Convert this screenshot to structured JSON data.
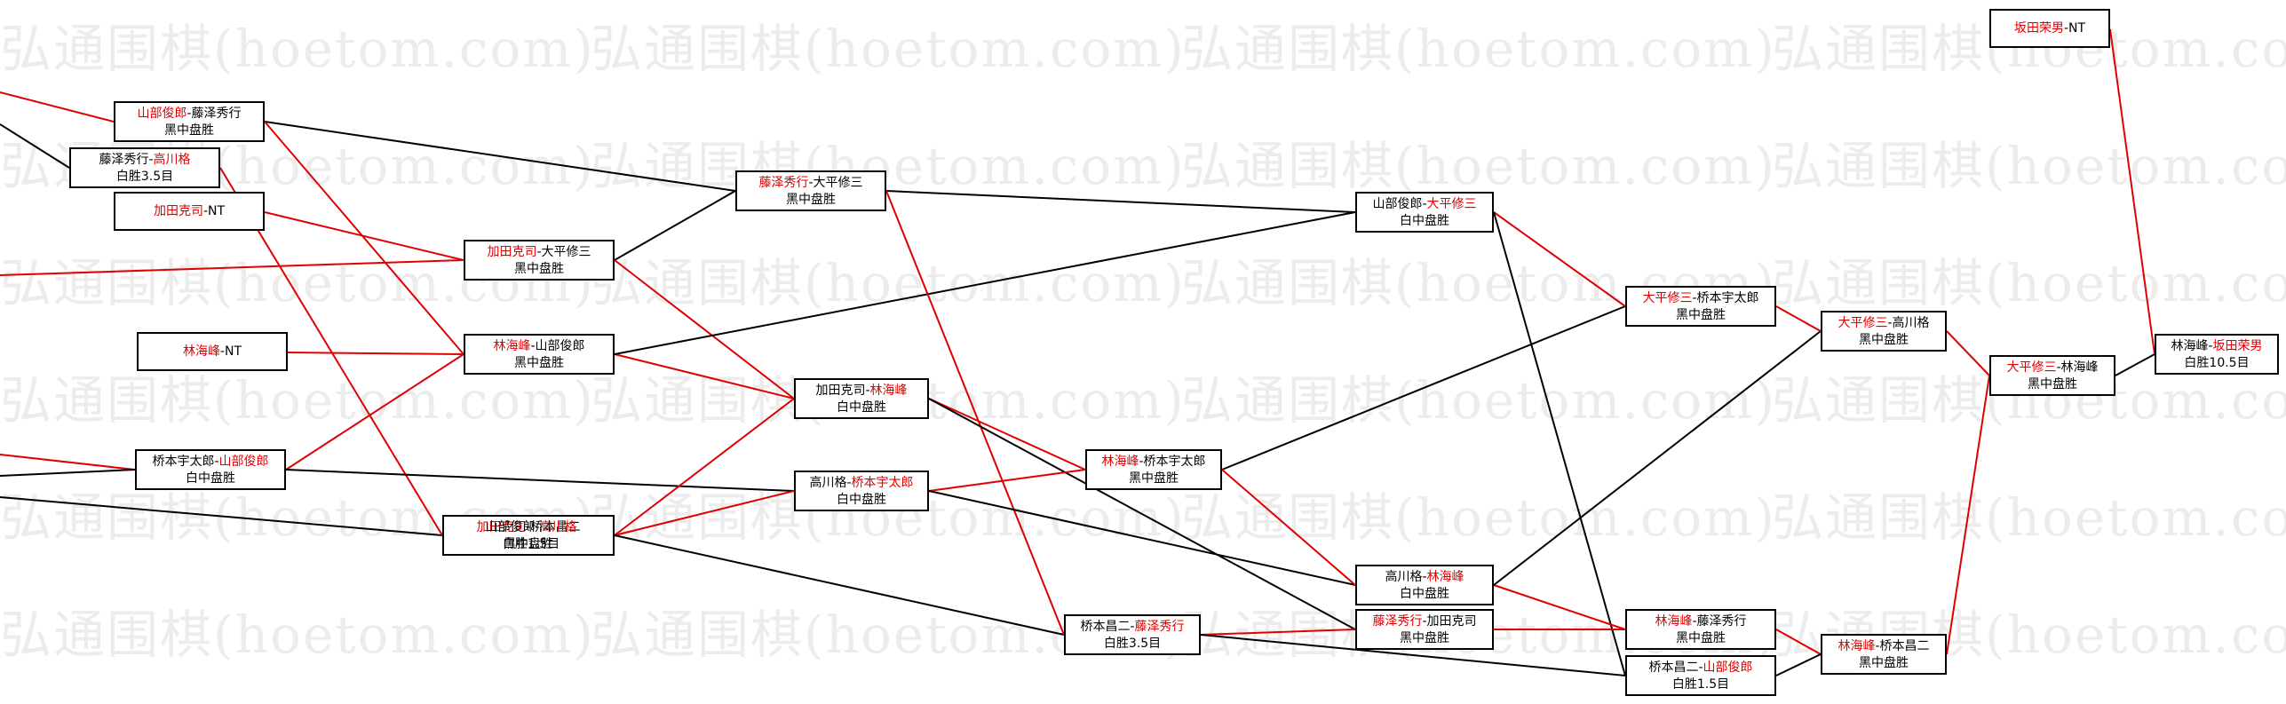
{
  "watermark_text": "弘通围棋(hoetom.com)",
  "colors": {
    "red": "#e00000",
    "black": "#000000",
    "watermark": "#ececec"
  },
  "nodes": [
    {
      "id": "m1",
      "p1": "山部俊郎",
      "p2": "藤泽秀行",
      "w": 1,
      "res": "黑中盘胜"
    },
    {
      "id": "m2",
      "p1": "藤泽秀行",
      "p2": "高川格",
      "w": 2,
      "res": "白胜3.5目"
    },
    {
      "id": "m3",
      "p1": "加田克司",
      "p2": "NT",
      "w": 1,
      "res": ""
    },
    {
      "id": "m4",
      "p1": "藤泽秀行",
      "p2": "大平修三",
      "w": 1,
      "res": "黑中盘胜"
    },
    {
      "id": "m5",
      "p1": "加田克司",
      "p2": "大平修三",
      "w": 1,
      "res": "黑中盘胜"
    },
    {
      "id": "m6",
      "p1": "山部俊郎",
      "p2": "大平修三",
      "w": 2,
      "res": "白中盘胜"
    },
    {
      "id": "m7",
      "p1": "林海峰",
      "p2": "NT",
      "w": 1,
      "res": ""
    },
    {
      "id": "m8",
      "p1": "林海峰",
      "p2": "山部俊郎",
      "w": 1,
      "res": "黑中盘胜"
    },
    {
      "id": "m9",
      "p1": "加田克司",
      "p2": "林海峰",
      "w": 2,
      "res": "白中盘胜"
    },
    {
      "id": "m10",
      "p1": "大平修三",
      "p2": "桥本宇太郎",
      "w": 1,
      "res": "黑中盘胜"
    },
    {
      "id": "m11",
      "p1": "大平修三",
      "p2": "高川格",
      "w": 1,
      "res": "黑中盘胜"
    },
    {
      "id": "m12",
      "p1": "桥本宇太郎",
      "p2": "山部俊郎",
      "w": 2,
      "res": "白中盘胜"
    },
    {
      "id": "m13",
      "p1": "高川格",
      "p2": "桥本宇太郎",
      "w": 2,
      "res": "白中盘胜"
    },
    {
      "id": "m14",
      "p1": "林海峰",
      "p2": "桥本宇太郎",
      "w": 1,
      "res": "黑中盘胜"
    },
    {
      "id": "m15",
      "p1": "大平修三",
      "p2": "林海峰",
      "w": 1,
      "res": "黑中盘胜"
    },
    {
      "id": "m16",
      "p1": "林海峰",
      "p2": "坂田荣男",
      "w": 2,
      "res": "白胜10.5目"
    },
    {
      "id": "m17",
      "p1": "高川格",
      "p2": "林海峰",
      "w": 2,
      "res": "白中盘胜"
    },
    {
      "id": "m18",
      "p1": "藤泽秀行",
      "p2": "加田克司",
      "w": 1,
      "res": "黑中盘胜"
    },
    {
      "id": "m19",
      "p1": "林海峰",
      "p2": "藤泽秀行",
      "w": 1,
      "res": "黑中盘胜"
    },
    {
      "id": "m20",
      "p1": "林海峰",
      "p2": "桥本昌二",
      "w": 1,
      "res": "黑中盘胜"
    },
    {
      "id": "m21",
      "p1": "桥本昌二",
      "p2": "藤泽秀行",
      "w": 2,
      "res": "白胜3.5目"
    },
    {
      "id": "m22",
      "p1": "桥本昌二",
      "p2": "山部俊郎",
      "w": 2,
      "res": "白胜1.5目"
    },
    {
      "id": "m23",
      "p1": "坂田荣男",
      "p2": "NT",
      "w": 1,
      "res": ""
    },
    {
      "id": "m24a",
      "p1": "加田克司",
      "p2": "桥本昌二",
      "w": 1,
      "res": "黑中盘胜"
    },
    {
      "id": "m24b",
      "p1": "山部俊郎",
      "p2": "高川格",
      "w": 2,
      "res": "白胜1.5目"
    }
  ]
}
